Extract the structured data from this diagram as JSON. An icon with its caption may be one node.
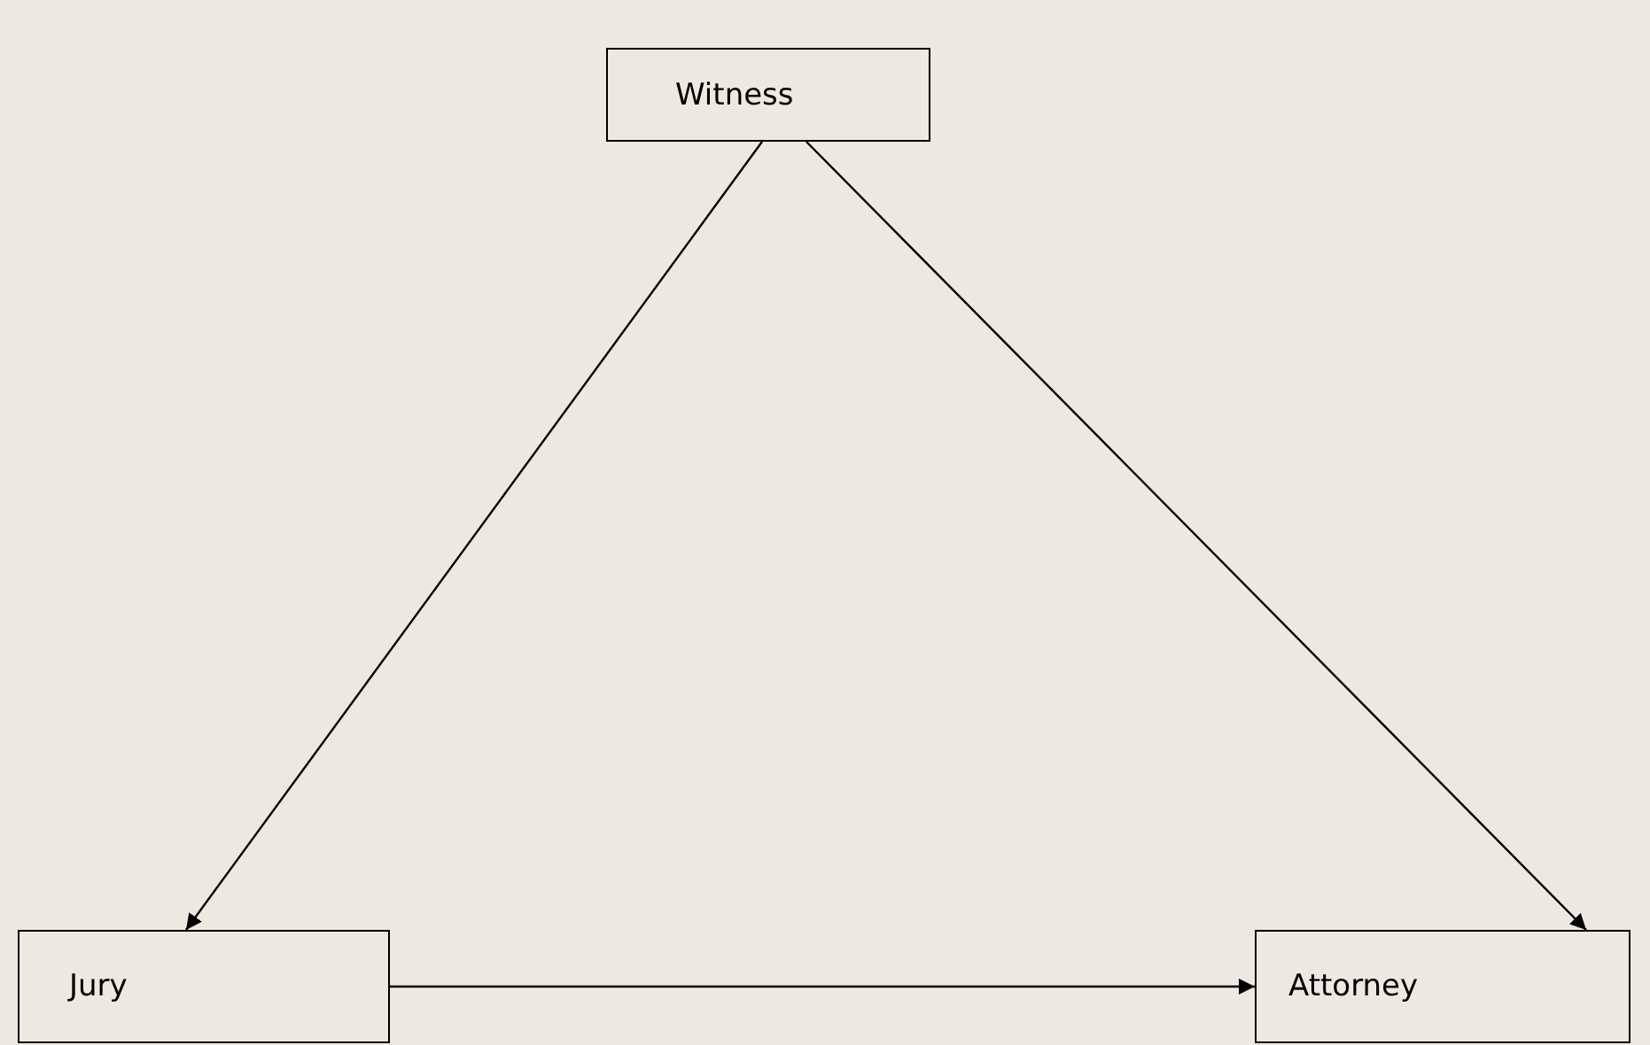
{
  "diagram": {
    "nodes": [
      {
        "text": [
          "Witness"
        ]
      },
      {
        "text": [
          "Jury"
        ]
      },
      {
        "text": [
          "Attorney"
        ]
      }
    ],
    "edges": [
      {
        "from": 0,
        "to": 1,
        "arrow": "to"
      },
      {
        "from": 0,
        "to": 2,
        "arrow": "to"
      },
      {
        "from": 1,
        "to": 2,
        "arrow": "to"
      }
    ]
  }
}
